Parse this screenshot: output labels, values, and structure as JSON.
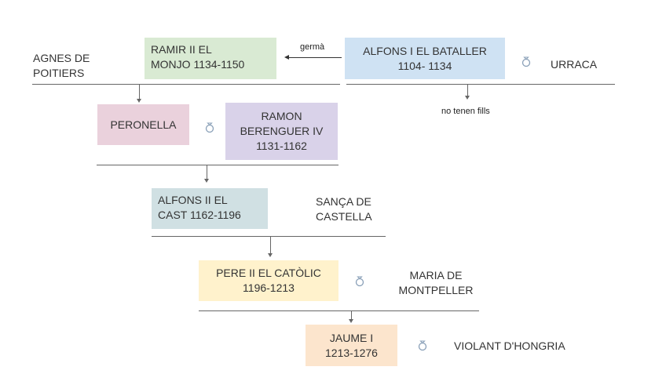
{
  "colors": {
    "green": "#d9ead3",
    "blue": "#cfe2f3",
    "pink": "#ead1dc",
    "purple": "#d9d2e9",
    "teal": "#d0e0e3",
    "yellow": "#fff2cc",
    "orange": "#fce5cd",
    "line": "#666666"
  },
  "people": {
    "ramir": "RAMIR II EL\nMONJO 1134-1150",
    "agnes": "AGNES DE\nPOITIERS",
    "alfons_i": "ALFONS I EL BATALLER\n1104- 1134",
    "urraca": "URRACA",
    "peronella": "PERONELLA",
    "ramon": "RAMON\nBERENGUER IV\n1131-1162",
    "alfons_ii": "ALFONS II EL\nCAST 1162-1196",
    "sanca": "SANÇA DE\nCASTELLA",
    "pere": "PERE II EL CATÒLIC\n1196-1213",
    "maria": "MARIA DE\nMONTPELLER",
    "jaume": "JAUME I\n1213-1276",
    "violant": "VIOLANT D'HONGRIA"
  },
  "annotations": {
    "germa": "germà",
    "no_fills": "no tenen fills"
  },
  "icons": {
    "marriage": "ring-icon"
  }
}
